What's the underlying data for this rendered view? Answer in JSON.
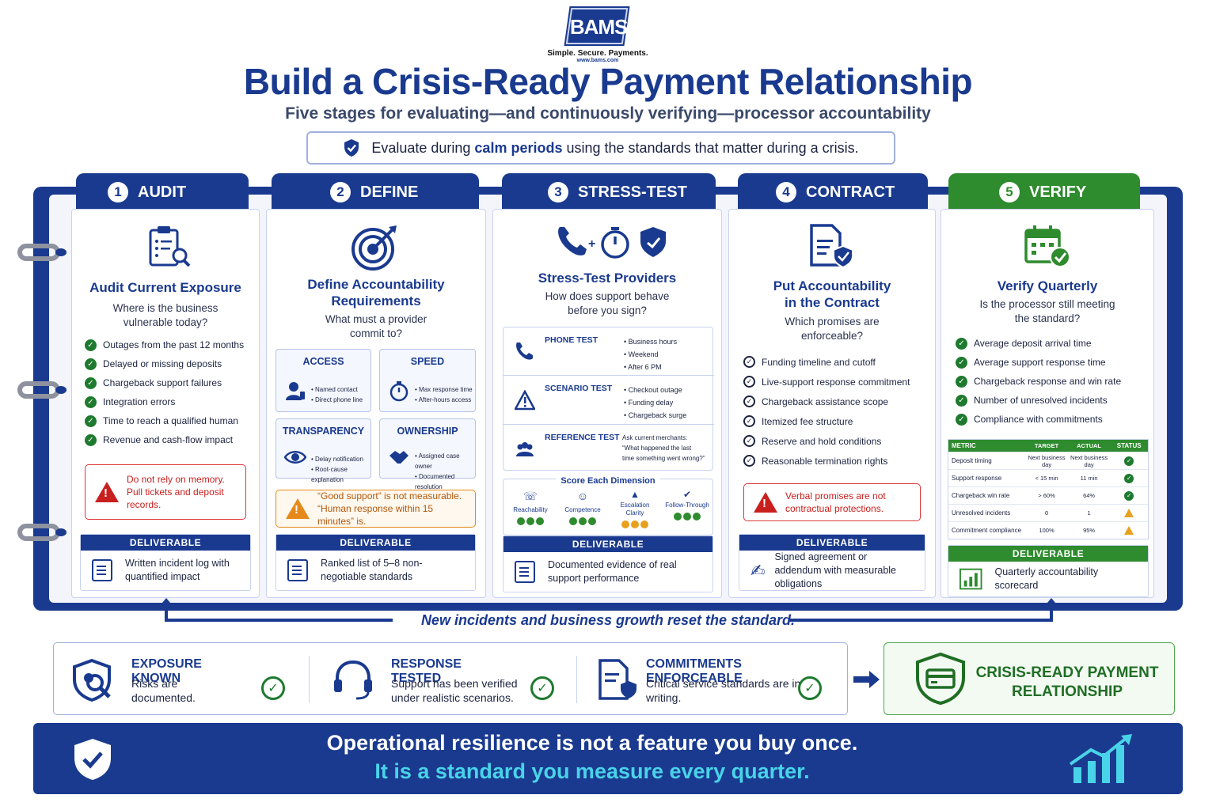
{
  "brand": {
    "logo": "BAMS",
    "tagline": "Simple. Secure. Payments.",
    "url": "www.bams.com",
    "colors": {
      "navy": "#1a3a8f",
      "green": "#2e8b2e",
      "teal": "#49d3e8",
      "red": "#c8201e",
      "orange": "#e8a01e"
    }
  },
  "header": {
    "title": "Build a Crisis-Ready Payment Relationship",
    "subtitle": "Five stages for evaluating—and continuously verifying—processor accountability",
    "callout_pre": "Evaluate during ",
    "callout_bold": "calm periods",
    "callout_post": " using the standards that matter during a crisis."
  },
  "tabs": [
    {
      "num": "1",
      "label": "AUDIT"
    },
    {
      "num": "2",
      "label": "DEFINE"
    },
    {
      "num": "3",
      "label": "STRESS-TEST"
    },
    {
      "num": "4",
      "label": "CONTRACT"
    },
    {
      "num": "5",
      "label": "VERIFY"
    }
  ],
  "deliverable_label": "DELIVERABLE",
  "audit": {
    "title": "Audit Current Exposure",
    "question": "Where is the business vulnerable today?",
    "items": [
      "Outages from the past 12 months",
      "Delayed or missing deposits",
      "Chargeback support failures",
      "Integration errors",
      "Time to reach a qualified human",
      "Revenue and cash-flow impact"
    ],
    "warning": "Do not rely on memory. Pull tickets and deposit records.",
    "deliverable": "Written incident log with quantified impact"
  },
  "define": {
    "title": "Define Accountability Requirements",
    "question": "What must a provider commit to?",
    "boxes": [
      {
        "h": "ACCESS",
        "l1": "• Named contact",
        "l2": "• Direct phone line"
      },
      {
        "h": "SPEED",
        "l1": "• Max response time",
        "l2": "• After-hours access"
      },
      {
        "h": "TRANSPARENCY",
        "l1": "• Delay notification",
        "l2": "• Root-cause explanation"
      },
      {
        "h": "OWNERSHIP",
        "l1": "• Assigned case owner",
        "l2": "• Documented resolution"
      }
    ],
    "warning": "“Good support” is not measurable. “Human response within 15 minutes” is.",
    "deliverable": "Ranked list of 5–8 non-negotiable standards"
  },
  "stress": {
    "title": "Stress-Test Providers",
    "question": "How does support behave before you sign?",
    "tests": [
      {
        "label": "PHONE TEST",
        "lines": [
          "• Business hours",
          "• Weekend",
          "• After 6 PM"
        ]
      },
      {
        "label": "SCENARIO TEST",
        "lines": [
          "• Checkout outage",
          "• Funding delay",
          "• Chargeback surge"
        ]
      },
      {
        "label": "REFERENCE TEST",
        "lines": [
          "Ask current merchants:",
          "“What happened the last",
          "time something went wrong?”"
        ]
      }
    ],
    "score_title": "Score Each Dimension",
    "dims": [
      {
        "n": "Reachability",
        "s": [
          1,
          1,
          1
        ]
      },
      {
        "n": "Competence",
        "s": [
          1,
          1,
          1
        ]
      },
      {
        "n": "Escalation Clarity",
        "s": [
          0,
          0,
          0
        ]
      },
      {
        "n": "Follow-Through",
        "s": [
          1,
          1,
          1
        ]
      }
    ],
    "deliverable": "Documented evidence of real support performance"
  },
  "contract": {
    "title": "Put Accountability in the Contract",
    "question": "Which promises are enforceable?",
    "items": [
      "Funding timeline and cutoff",
      "Live-support response commitment",
      "Chargeback assistance scope",
      "Itemized fee structure",
      "Reserve and hold conditions",
      "Reasonable termination rights"
    ],
    "warning": "Verbal promises are not contractual protections.",
    "deliverable": "Signed agreement or addendum with measurable obligations"
  },
  "verify": {
    "title": "Verify Quarterly",
    "question": "Is the processor still meeting the standard?",
    "items": [
      "Average deposit arrival time",
      "Average support response time",
      "Chargeback response and win rate",
      "Number of unresolved incidents",
      "Compliance with commitments"
    ],
    "table_head": [
      "METRIC",
      "TARGET",
      "ACTUAL",
      "STATUS"
    ],
    "rows": [
      {
        "m": "Deposit timing",
        "t": "Next business day",
        "a": "Next business day",
        "ok": true
      },
      {
        "m": "Support response",
        "t": "< 15 min",
        "a": "11 min",
        "ok": true
      },
      {
        "m": "Chargeback win rate",
        "t": "> 60%",
        "a": "64%",
        "ok": true
      },
      {
        "m": "Unresolved incidents",
        "t": "0",
        "a": "1",
        "ok": false
      },
      {
        "m": "Commitment compliance",
        "t": "100%",
        "a": "95%",
        "ok": false
      }
    ],
    "deliverable": "Quarterly accountability scorecard"
  },
  "loop": "New incidents and business growth reset the standard.",
  "outcomes": [
    {
      "h": "EXPOSURE KNOWN",
      "t": "Risks are documented."
    },
    {
      "h": "RESPONSE TESTED",
      "t": "Support has been verified under realistic scenarios."
    },
    {
      "h": "COMMITMENTS ENFORCEABLE",
      "t": "Critical service standards are in writing."
    }
  ],
  "crisis": "CRISIS-READY PAYMENT RELATIONSHIP",
  "footer": {
    "line1": "Operational resilience is not a feature you buy once.",
    "line2": "It is a standard you measure every quarter."
  }
}
